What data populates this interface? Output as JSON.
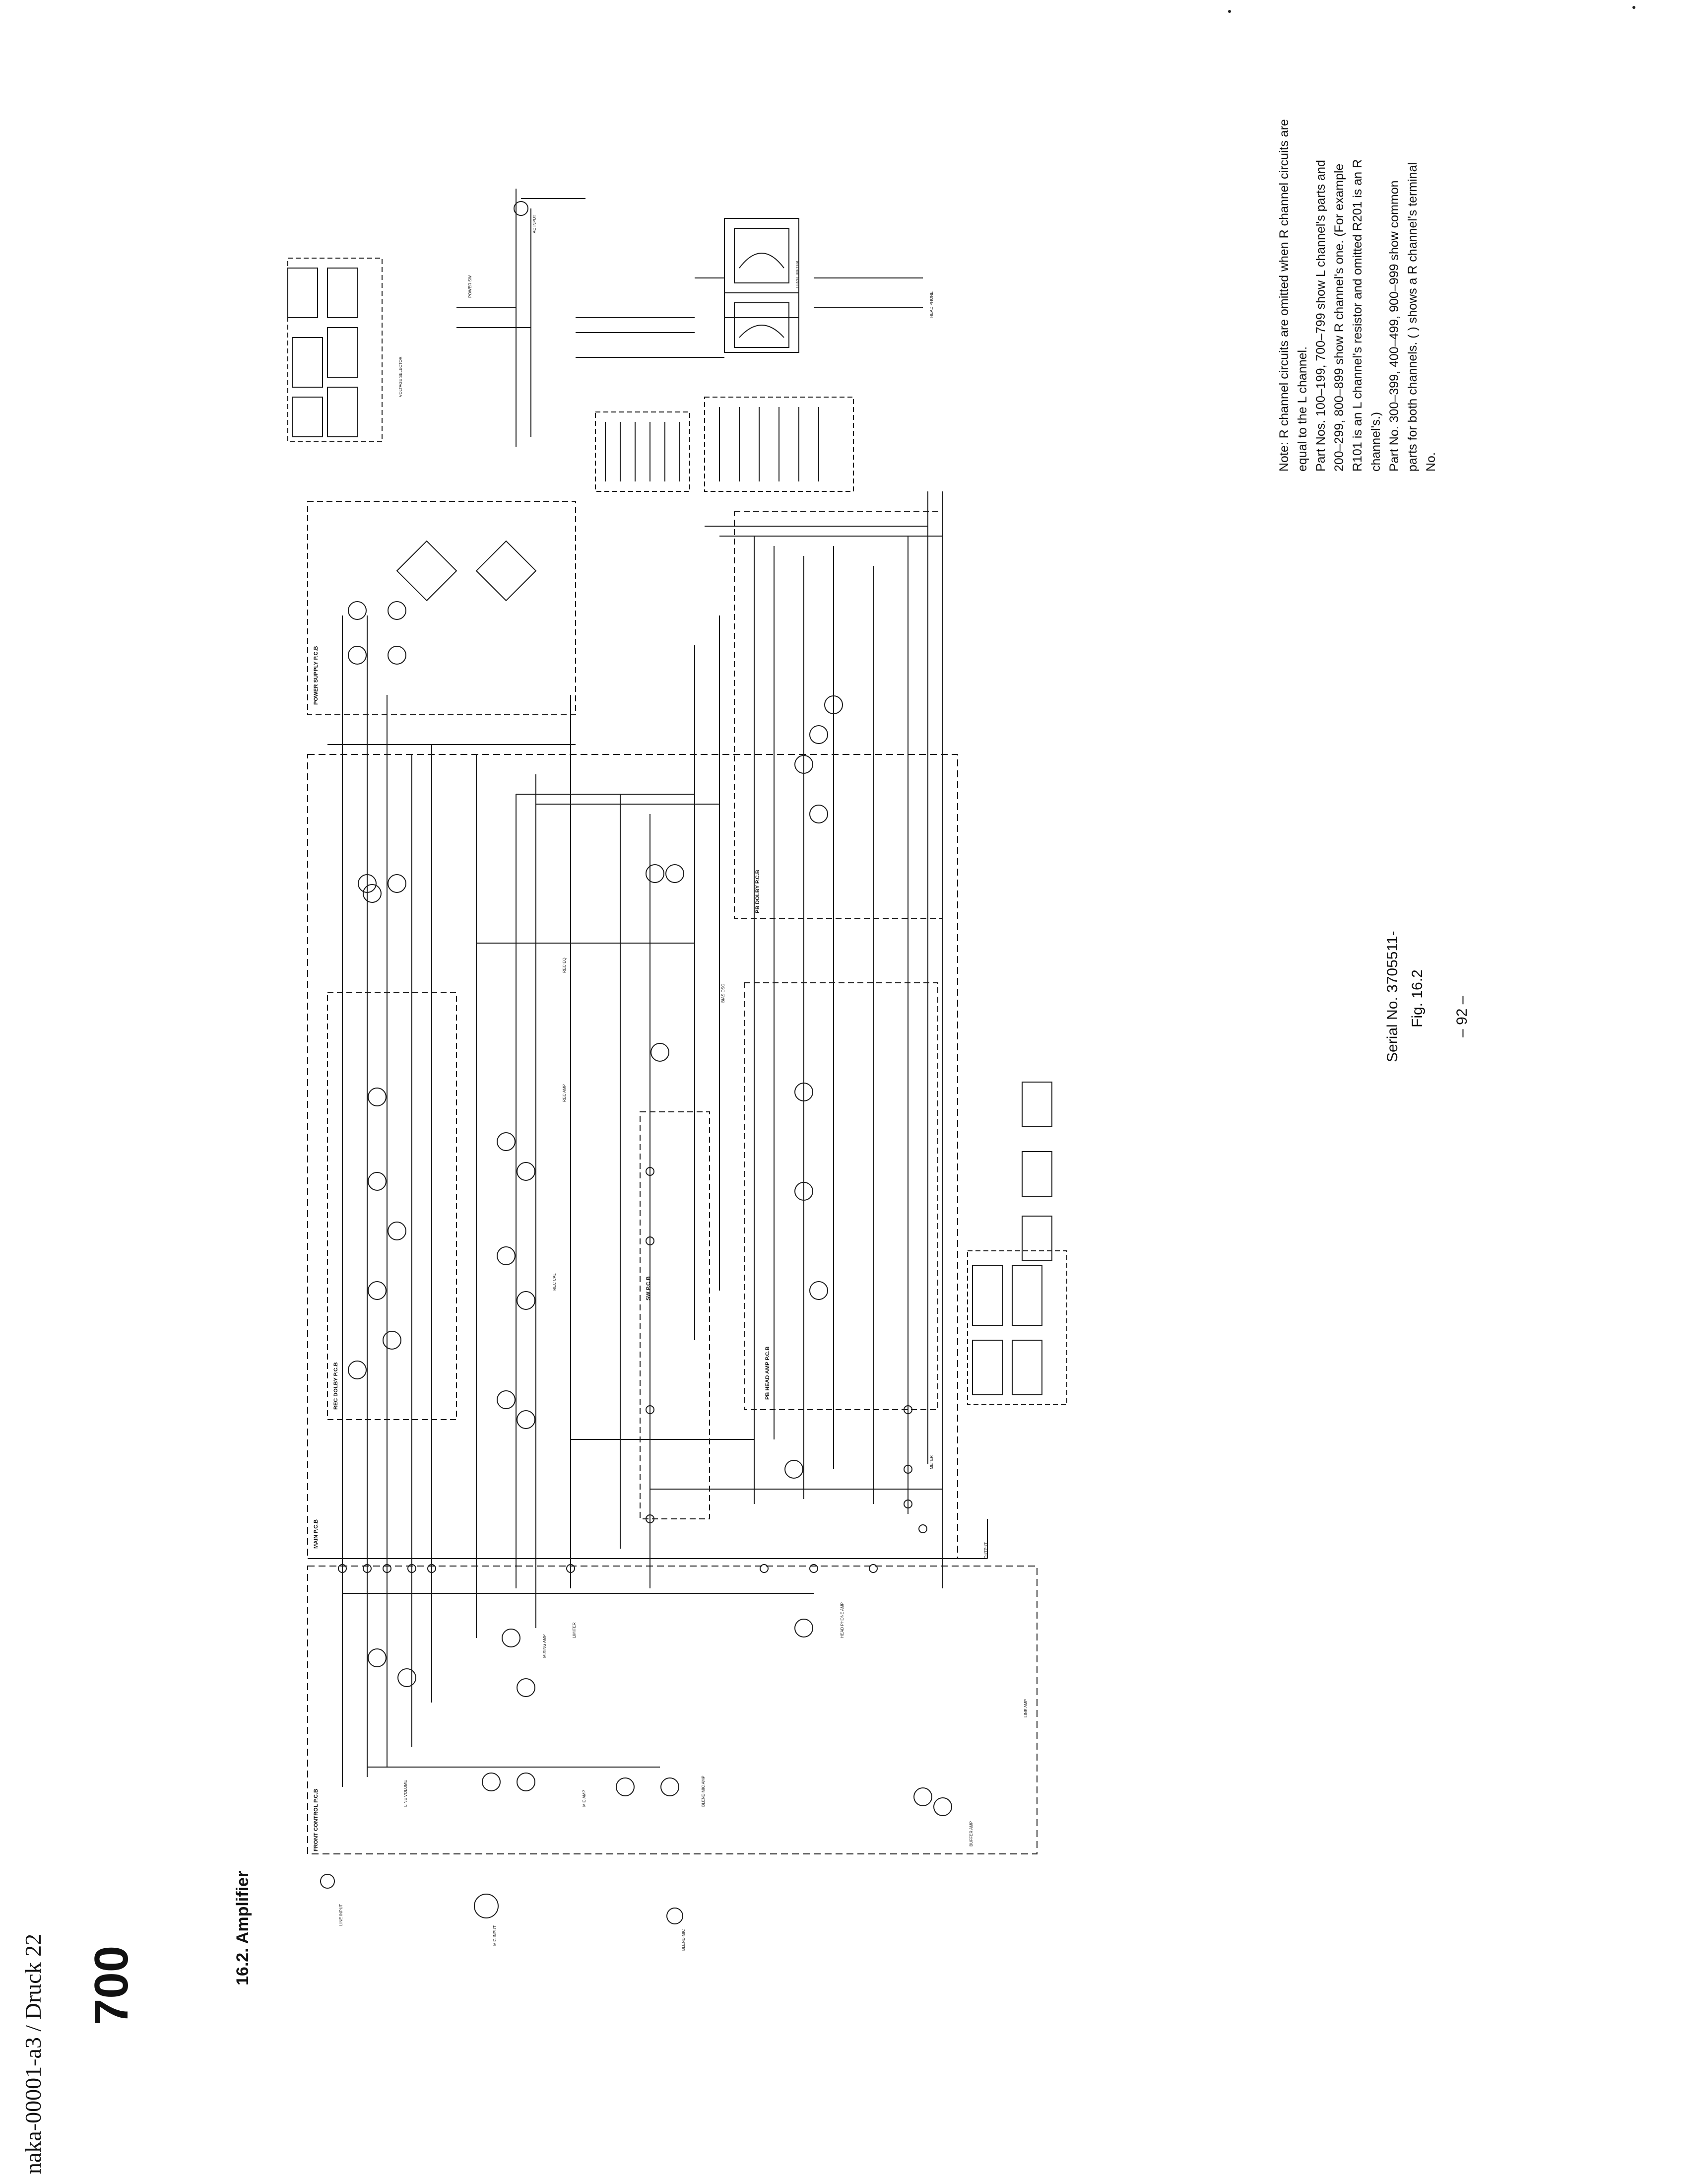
{
  "page": {
    "model": "700",
    "section_heading": "16.2. Amplifier",
    "footer": "naka-00001-a3 / Druck 22",
    "serial": "Serial No. 3705511-",
    "figure": "Fig. 16.2",
    "page_number": "– 92 –"
  },
  "note": {
    "lines": [
      "Note: R channel circuits are omitted when R channel circuits are",
      "equal to the L channel.",
      "Part Nos. 100–199, 700–799 show L channel's parts and",
      "200–299, 800–899 show R channel's one. (For example",
      "R101 is an L channel's resistor and omitted R201 is an R",
      "channel's.)",
      "Part No. 300–399, 400–499, 900–999 show common",
      "parts for both channels. ( ) shows a R channel's terminal",
      "No."
    ]
  },
  "boards": {
    "front_control": "FRONT CONTROL P.C.B",
    "main": "MAIN P.C.B",
    "rec_dolby": "REC DOLBY P.C.B",
    "pb_dolby": "PB DOLBY P.C.B",
    "pb_head_amp": "PB HEAD AMP P.C.B",
    "sw": "SW P.C.B",
    "power_supply": "POWER SUPPLY P.C.B"
  },
  "labels": {
    "line_input": "LINE INPUT",
    "mic_input": "MIC INPUT",
    "blend_mic": "BLEND MIC",
    "line_volume": "LINE VOLUME",
    "mic_amp": "MIC AMP",
    "blend_mic_amp": "BLEND MIC AMP",
    "mixing_amp": "MIXING AMP",
    "limiter": "LIMITER",
    "buffer_amp": "BUFFER AMP",
    "line_amp": "LINE AMP",
    "head_phone_amp": "HEAD PHONE AMP",
    "rec_amp": "REC AMP",
    "rec_cal": "REC CAL",
    "rec_eq": "REC EQ",
    "bias_osc": "BIAS OSC",
    "level_meter": "LEVEL METER",
    "voltage_selector": "VOLTAGE SELECTOR",
    "power_sw": "POWER SW",
    "ac_input": "AC INPUT",
    "head_phone": "HEAD PHONE",
    "meter": "METER",
    "output": "OUTPUT"
  }
}
